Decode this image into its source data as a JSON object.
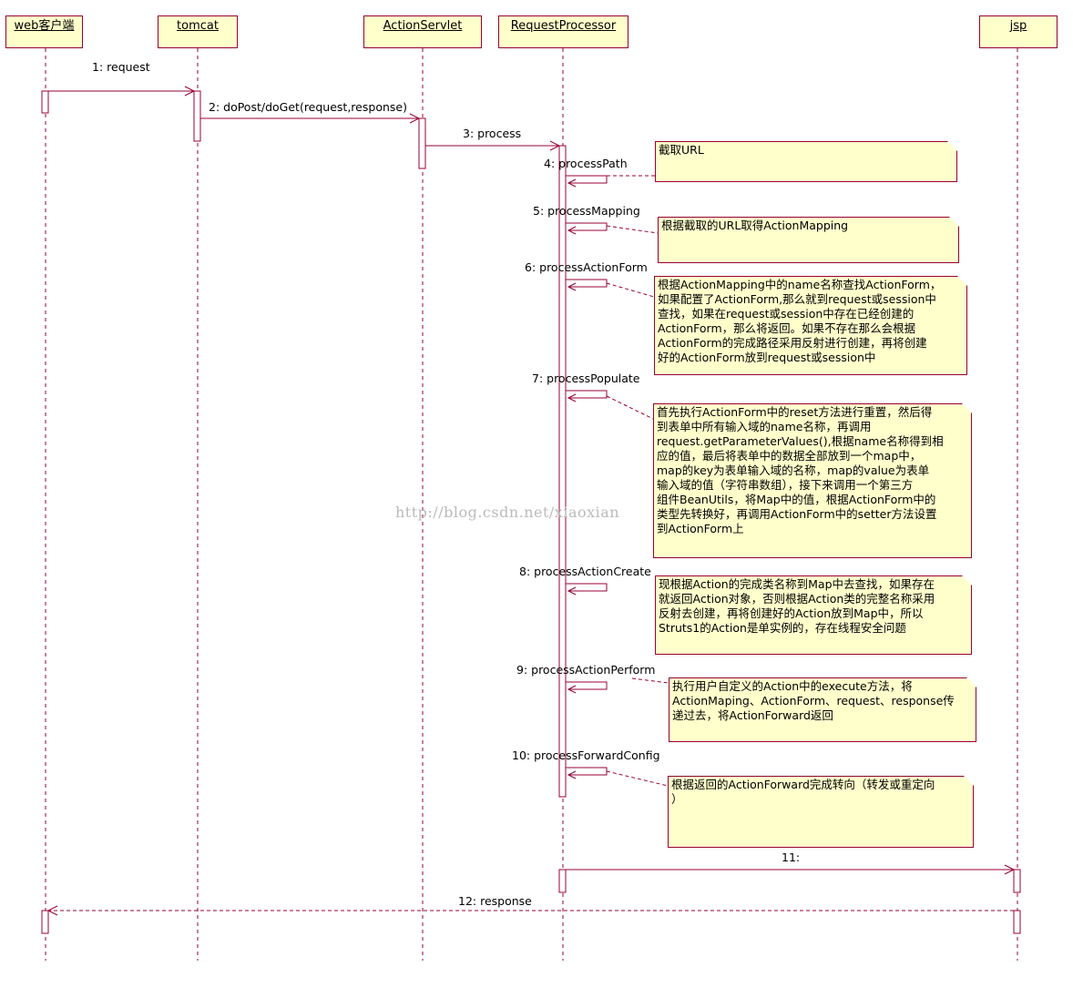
{
  "lifelines": [
    "web客户端",
    "tomcat",
    "ActionServlet",
    "RequestProcessor",
    "jsp"
  ],
  "messages": {
    "m1": "1: request",
    "m2": "2: doPost/doGet(request,response)",
    "m3": "3: process",
    "m4": "4: processPath",
    "m5": "5: processMapping",
    "m6": "6: processActionForm",
    "m7": "7: processPopulate",
    "m8": "8: processActionCreate",
    "m9": "9: processActionPerform",
    "m10": "10: processForwardConfig",
    "m11": "11:",
    "m12": "12: response"
  },
  "notes": {
    "n4": "截取URL",
    "n5": "根据截取的URL取得ActionMapping",
    "n6": "根据ActionMapping中的name名称查找ActionForm，\n如果配置了ActionForm,那么就到request或session中\n查找，如果在request或session中存在已经创建的\nActionForm，那么将返回。如果不存在那么会根据\nActionForm的完成路径采用反射进行创建，再将创建\n好的ActionForm放到request或session中",
    "n7": "首先执行ActionForm中的reset方法进行重置，然后得\n到表单中所有输入域的name名称，再调用\nrequest.getParameterValues(),根据name名称得到相\n应的值，最后将表单中的数据全部放到一个map中，\nmap的key为表单输入域的名称，map的value为表单\n输入域的值（字符串数组），接下来调用一个第三方\n组件BeanUtils，将Map中的值，根据ActionForm中的\n类型先转换好，再调用ActionForm中的setter方法设置\n到ActionForm上",
    "n8": "现根据Action的完成类名称到Map中去查找，如果存在\n就返回Action对象，否则根据Action类的完整名称采用\n反射去创建，再将创建好的Action放到Map中，所以\nStruts1的Action是单实例的，存在线程安全问题",
    "n9": "执行用户自定义的Action中的execute方法，将\nActionMaping、ActionForm、request、response传\n递过去，将ActionForward返回",
    "n10": "根据返回的ActionForward完成转向（转发或重定向\n）"
  },
  "watermark": "http://blog.csdn.net/xiaoxian",
  "colors": {
    "line": "#990033",
    "note_fill": "#ffffcc"
  }
}
